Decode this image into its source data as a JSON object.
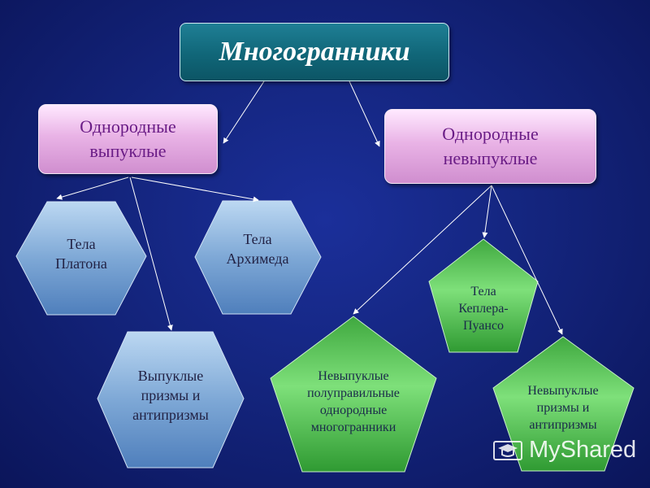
{
  "diagram": {
    "root": "Многогранники",
    "categories": {
      "convex": [
        "Однородные",
        "выпуклые"
      ],
      "nonconvex": [
        "Однородные",
        "невыпуклые"
      ]
    },
    "nodes": {
      "platonic": [
        "Тела",
        "Платона"
      ],
      "archimedean": [
        "Тела",
        "Архимеда"
      ],
      "convex_prisms": [
        "Выпуклые",
        "призмы и",
        "антипризмы"
      ],
      "kepler_poinsot": [
        "Тела",
        "Кеплера-",
        "Пуансо"
      ],
      "nonconvex_uniform": [
        "Невыпуклые",
        "полуправильные",
        "однородные",
        "многогранники"
      ],
      "nonconvex_prisms": [
        "Невыпуклые",
        "призмы и",
        "антипризмы"
      ]
    },
    "colors": {
      "background": "#14257e",
      "root_fill": "#106678",
      "category_fill": "#e9b3e6",
      "hexagon_fill": "#7ea8d6",
      "pentagon_fill": "#4fc24f",
      "arrow": "#ffffff"
    }
  },
  "watermark": {
    "text": "MyShared",
    "icon": "mortarboard-icon"
  }
}
